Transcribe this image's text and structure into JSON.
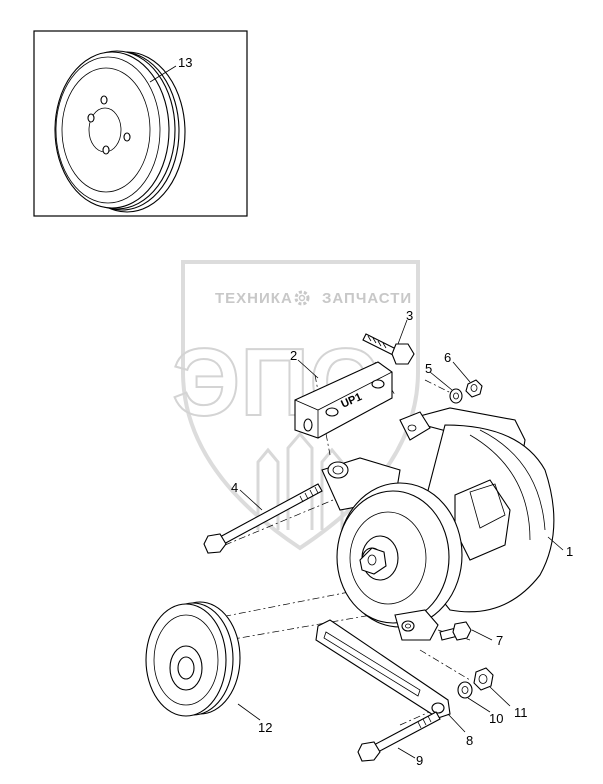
{
  "watermark": {
    "top_left": "ТЕХНИКА",
    "top_right": "ЗАПЧАСТИ",
    "big": "ЭПС"
  },
  "part_label_text": "UP1",
  "callouts": {
    "c1": "1",
    "c2": "2",
    "c3": "3",
    "c4": "4",
    "c5": "5",
    "c6": "6",
    "c7": "7",
    "c8": "8",
    "c9": "9",
    "c10": "10",
    "c11": "11",
    "c12": "12",
    "c13": "13"
  },
  "icons": {
    "watermark_gear": "gear-icon"
  }
}
